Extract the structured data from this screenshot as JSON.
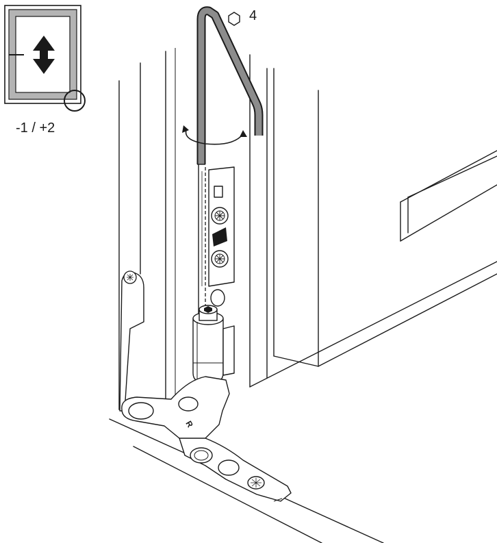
{
  "inset": {
    "adjust_range": "-1 / +2",
    "direction": "vertical-adjust-arrow-icon"
  },
  "tool": {
    "size": "4",
    "symbol": "hexagon-icon"
  },
  "hinge": {
    "side_mark": "R"
  },
  "colors": {
    "line": "#1a1a1a",
    "tool_fill": "#8c8c8c",
    "inset_frame": "#b4b4b4",
    "background": "#ffffff"
  }
}
